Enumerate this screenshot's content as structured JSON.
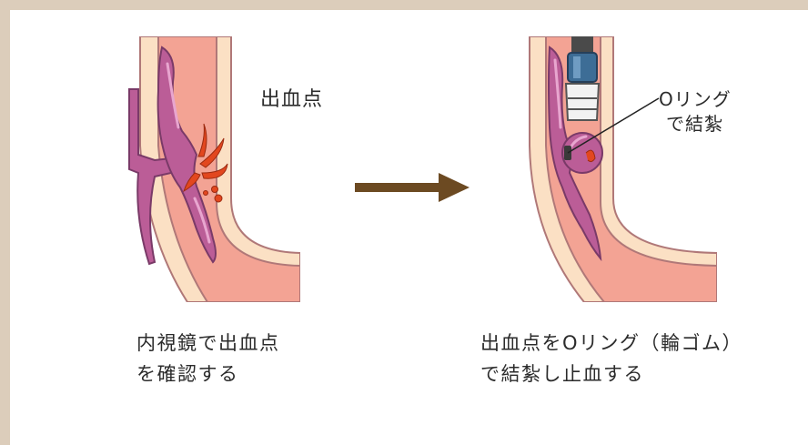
{
  "colors": {
    "frame": "#dccdbb",
    "wall_outer": "#fbe0c4",
    "wall_line": "#b07878",
    "lumen": "#f3a394",
    "varix": "#bb5d97",
    "varix_line": "#7a3a68",
    "blood": "#e2471f",
    "arrow": "#6c4a22",
    "scope_dark": "#4a4a4a",
    "scope_blue": "#3d6d96",
    "scope_light": "#f2f2f2"
  },
  "before": {
    "point_label": "出血点",
    "caption_lines": [
      "内視鏡で出血点",
      "を確認する"
    ]
  },
  "after": {
    "ring_label_lines": [
      "Oリング",
      "で結紮"
    ],
    "caption_lines": [
      "出血点をOリング（輪ゴム）",
      "で結紮し止血する"
    ]
  },
  "arrow_icon": "right-arrow"
}
